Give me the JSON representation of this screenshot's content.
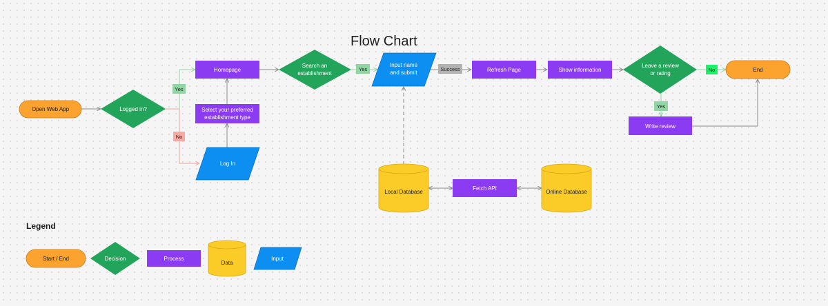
{
  "title": "Flow Chart",
  "colors": {
    "terminator": "#fba22f",
    "decision": "#22a55a",
    "process": "#8b3cf2",
    "data": "#fbcc28",
    "input": "#0d8ff2"
  },
  "nodes": {
    "open_web_app": "Open Web App",
    "logged_in": "Logged in?",
    "homepage": "Homepage",
    "select_type_1": "Select your preferred",
    "select_type_2": "establishment type",
    "log_in": "Log In",
    "search_1": "Search an",
    "search_2": "establishment",
    "input_name_1": "Input name",
    "input_name_2": "and submit",
    "refresh_page": "Refresh Page",
    "show_information": "Show information",
    "leave_review_1": "Leave a review",
    "leave_review_2": "or rating",
    "end": "End",
    "write_review": "Write review",
    "local_database": "Local Database",
    "fetch_api": "Fetch API",
    "online_database": "Online Database"
  },
  "edge_labels": {
    "yes_logged": "Yes",
    "no_logged": "No",
    "yes_search": "Yes",
    "success": "Success",
    "no_review": "No",
    "yes_review": "Yes"
  },
  "legend": {
    "title": "Legend",
    "start_end": "Start / End",
    "decision": "Decision",
    "process": "Process",
    "data": "Data",
    "input": "Input"
  }
}
